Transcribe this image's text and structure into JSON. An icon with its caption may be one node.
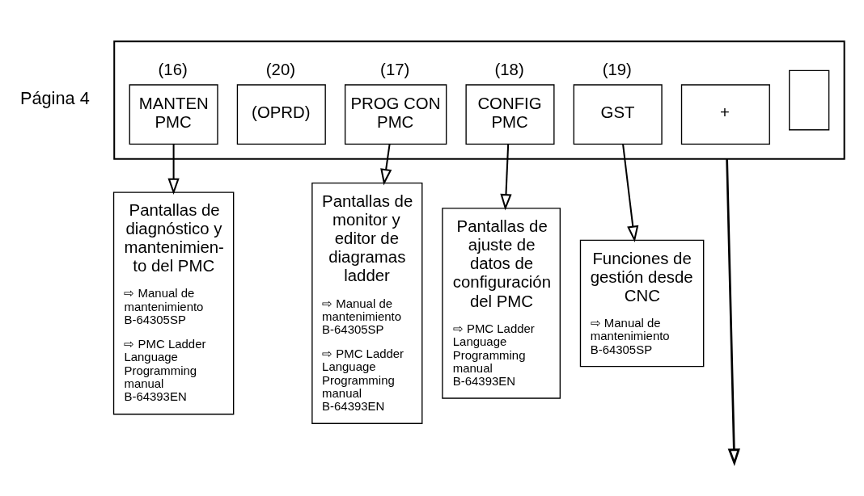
{
  "diagram": {
    "nodes": [
      {
        "text": [],
        "shape": "box",
        "beside": [
          "Página 4"
        ]
      },
      {
        "text": [],
        "shape": "box",
        "in": 0
      },
      {
        "text": [
          "MANTEN PMC"
        ],
        "in": 0,
        "beside": [
          "(16)"
        ]
      },
      {
        "text": [
          "PROG CON PMC"
        ],
        "in": 0,
        "beside": [
          "(17)"
        ]
      },
      {
        "text": [
          "CONFIG PMC"
        ],
        "in": 0,
        "beside": [
          "(18)"
        ]
      },
      {
        "text": [
          "GST"
        ],
        "in": 0,
        "beside": [
          "(19)"
        ]
      },
      {
        "text": [
          "(OPRD)"
        ],
        "in": 0,
        "beside": [
          "(20)"
        ]
      },
      {
        "text": [
          "+"
        ],
        "in": 0
      },
      {
        "text": [
          "Pantallas de diagnóstico y mantenimien- to del PMC",
          "⇨ Manual de mantenimiento B-64305SP",
          "⇨ PMC Ladder Language Programming manual B-64393EN"
        ]
      },
      {
        "text": [
          "Pantallas de monitor y editor de diagramas ladder",
          "⇨ Manual de mantenimiento B-64305SP",
          "⇨ PMC Ladder Language Programming manual B-64393EN"
        ]
      },
      {
        "text": [
          "Pantallas de ajuste de datos de configuración del PMC",
          "⇨ PMC Ladder Language Programming manual B-64393EN"
        ]
      },
      {
        "text": [
          "Funciones de gestión desde CNC",
          "⇨ Manual de mantenimiento B-64305SP"
        ]
      }
    ],
    "edges": [
      {
        "from": 2,
        "to": 8,
        "arrow": "to"
      },
      {
        "from": 3,
        "to": 9,
        "arrow": "to"
      },
      {
        "from": 4,
        "to": 10,
        "arrow": "to"
      },
      {
        "from": 5,
        "to": 11,
        "arrow": "to"
      },
      {
        "from": 0,
        "to": null,
        "arrow": "to"
      }
    ]
  }
}
